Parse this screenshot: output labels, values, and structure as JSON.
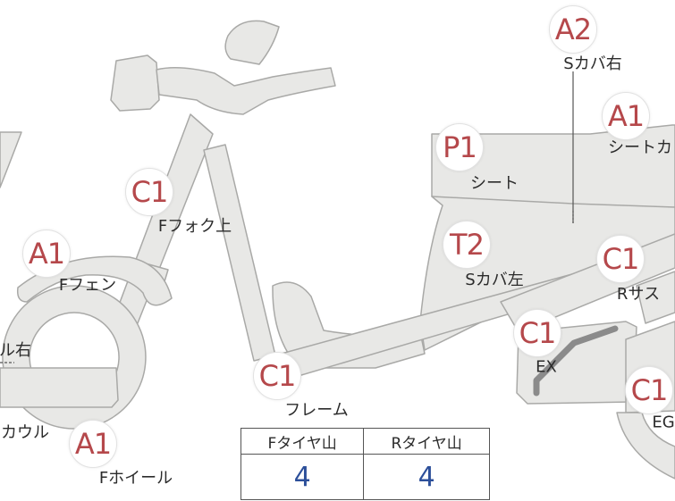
{
  "parts": [
    {
      "id": "a2",
      "code": "A2",
      "label": "Sカバ右"
    },
    {
      "id": "a1-seat",
      "code": "A1",
      "label": "シートカ"
    },
    {
      "id": "p1",
      "code": "P1",
      "label": "シート"
    },
    {
      "id": "c1-fork",
      "code": "C1",
      "label": "Fフォク上"
    },
    {
      "id": "a1-fender",
      "code": "A1",
      "label": "Fフェン"
    },
    {
      "id": "t2",
      "code": "T2",
      "label": "Sカバ左"
    },
    {
      "id": "c1-rsus",
      "code": "C1",
      "label": "Rサス"
    },
    {
      "id": "cowl-r",
      "code": "",
      "label": "ル右"
    },
    {
      "id": "c1-ex",
      "code": "C1",
      "label": "EX"
    },
    {
      "id": "c1-frame",
      "code": "C1",
      "label": "フレーム"
    },
    {
      "id": "c1-eg",
      "code": "C1",
      "label": "EG"
    },
    {
      "id": "cowl",
      "code": "",
      "label": "カウル"
    },
    {
      "id": "a1-wheel",
      "code": "A1",
      "label": "Fホイール"
    }
  ],
  "tread": {
    "front_label": "Fタイヤ山",
    "rear_label": "Rタイヤ山",
    "front_value": "4",
    "rear_value": "4"
  },
  "colors": {
    "part_fill": "#e8e8e6",
    "part_stroke": "#a9a9a7",
    "code_red": "#b5484b",
    "value_blue": "#2c4f9a"
  }
}
